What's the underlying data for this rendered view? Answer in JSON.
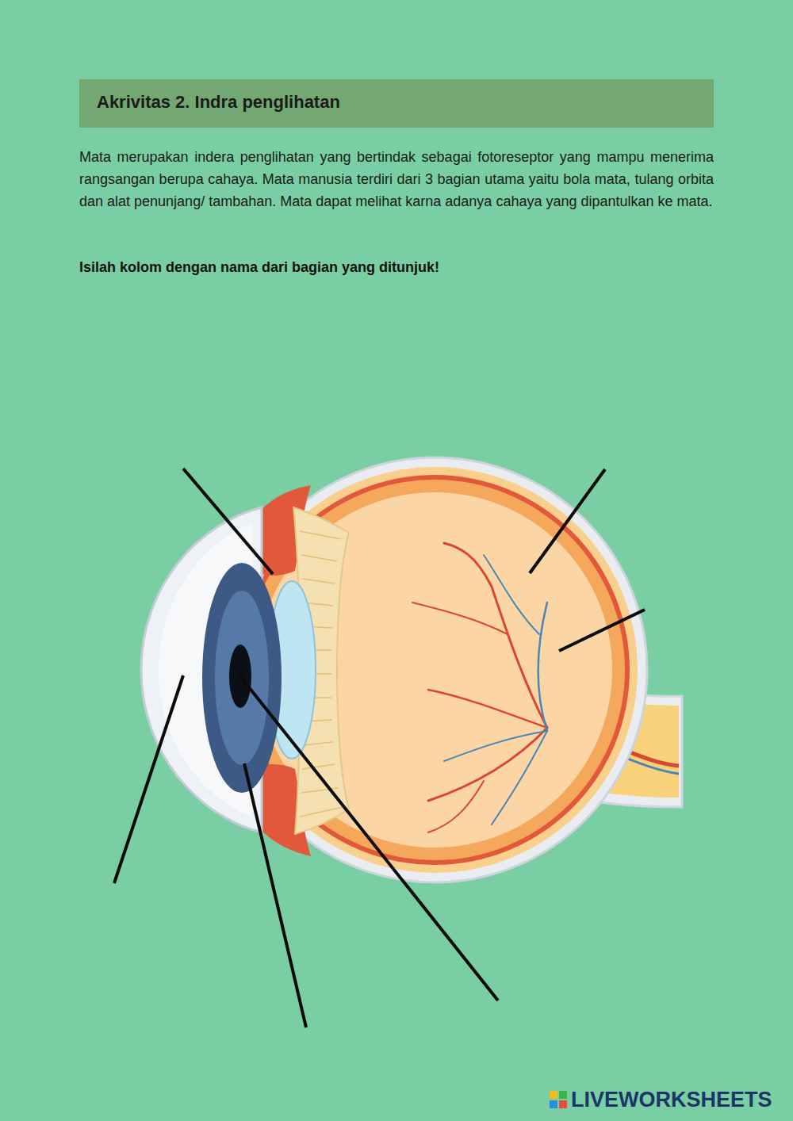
{
  "diagram": {
    "title": "Akrivitas 2. Indra penglihatan",
    "labels": [
      "Mata merupakan indera penglihatan yang bertindak sebagai fotoreseptor yang mampu menerima rangsangan berupa cahaya. Mata manusia terdiri dari 3 bagian utama yaitu bola mata, tulang orbita dan alat penunjang/ tambahan. Mata dapat melihat karna adanya cahaya yang dipantulkan ke mata.",
      "Isilah kolom dengan nama dari bagian yang ditunjuk!",
      "LIVEWORKSHEETS"
    ]
  }
}
